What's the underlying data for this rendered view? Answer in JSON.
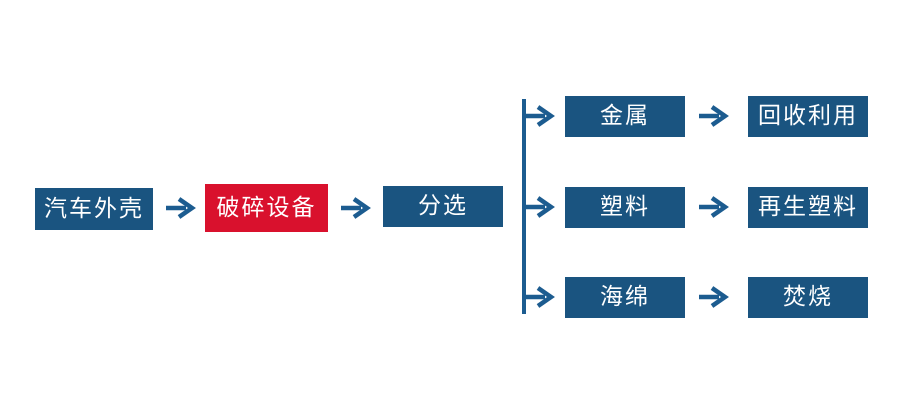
{
  "flowchart": {
    "main_path": [
      {
        "label": "汽车外壳",
        "variant": "blue"
      },
      {
        "label": "破碎设备",
        "variant": "red"
      },
      {
        "label": "分选",
        "variant": "blue"
      }
    ],
    "branches": [
      {
        "material": "金属",
        "result": "回收利用"
      },
      {
        "material": "塑料",
        "result": "再生塑料"
      },
      {
        "material": "海绵",
        "result": "焚烧"
      }
    ],
    "colors": {
      "node_blue": "#1a5480",
      "node_red": "#d9112d",
      "connector_blue": "#1c5c90",
      "text": "#ffffff",
      "background": "#ffffff"
    },
    "icons": {
      "arrow_right": "→"
    }
  }
}
